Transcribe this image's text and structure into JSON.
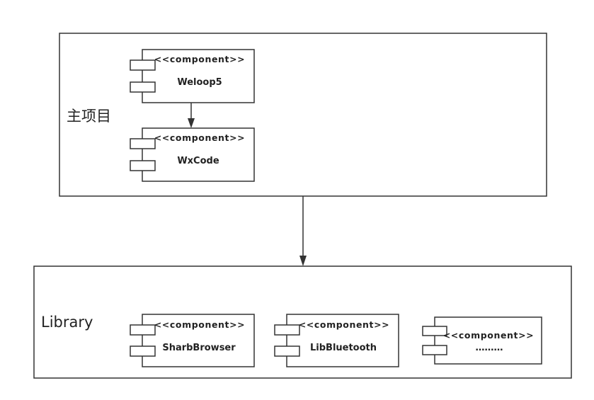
{
  "packages": {
    "main": {
      "label": "主项目"
    },
    "library": {
      "label": "Library"
    }
  },
  "components": {
    "weloop5": {
      "stereotype": "<<component>>",
      "name": "Weloop5"
    },
    "wxcode": {
      "stereotype": "<<component>>",
      "name": "WxCode"
    },
    "sharbbrowser": {
      "stereotype": "<<component>>",
      "name": "SharbBrowser"
    },
    "libbluetooth": {
      "stereotype": "<<component>>",
      "name": "LibBluetooth"
    },
    "more": {
      "stereotype": "<<component>>",
      "name": "………"
    }
  }
}
